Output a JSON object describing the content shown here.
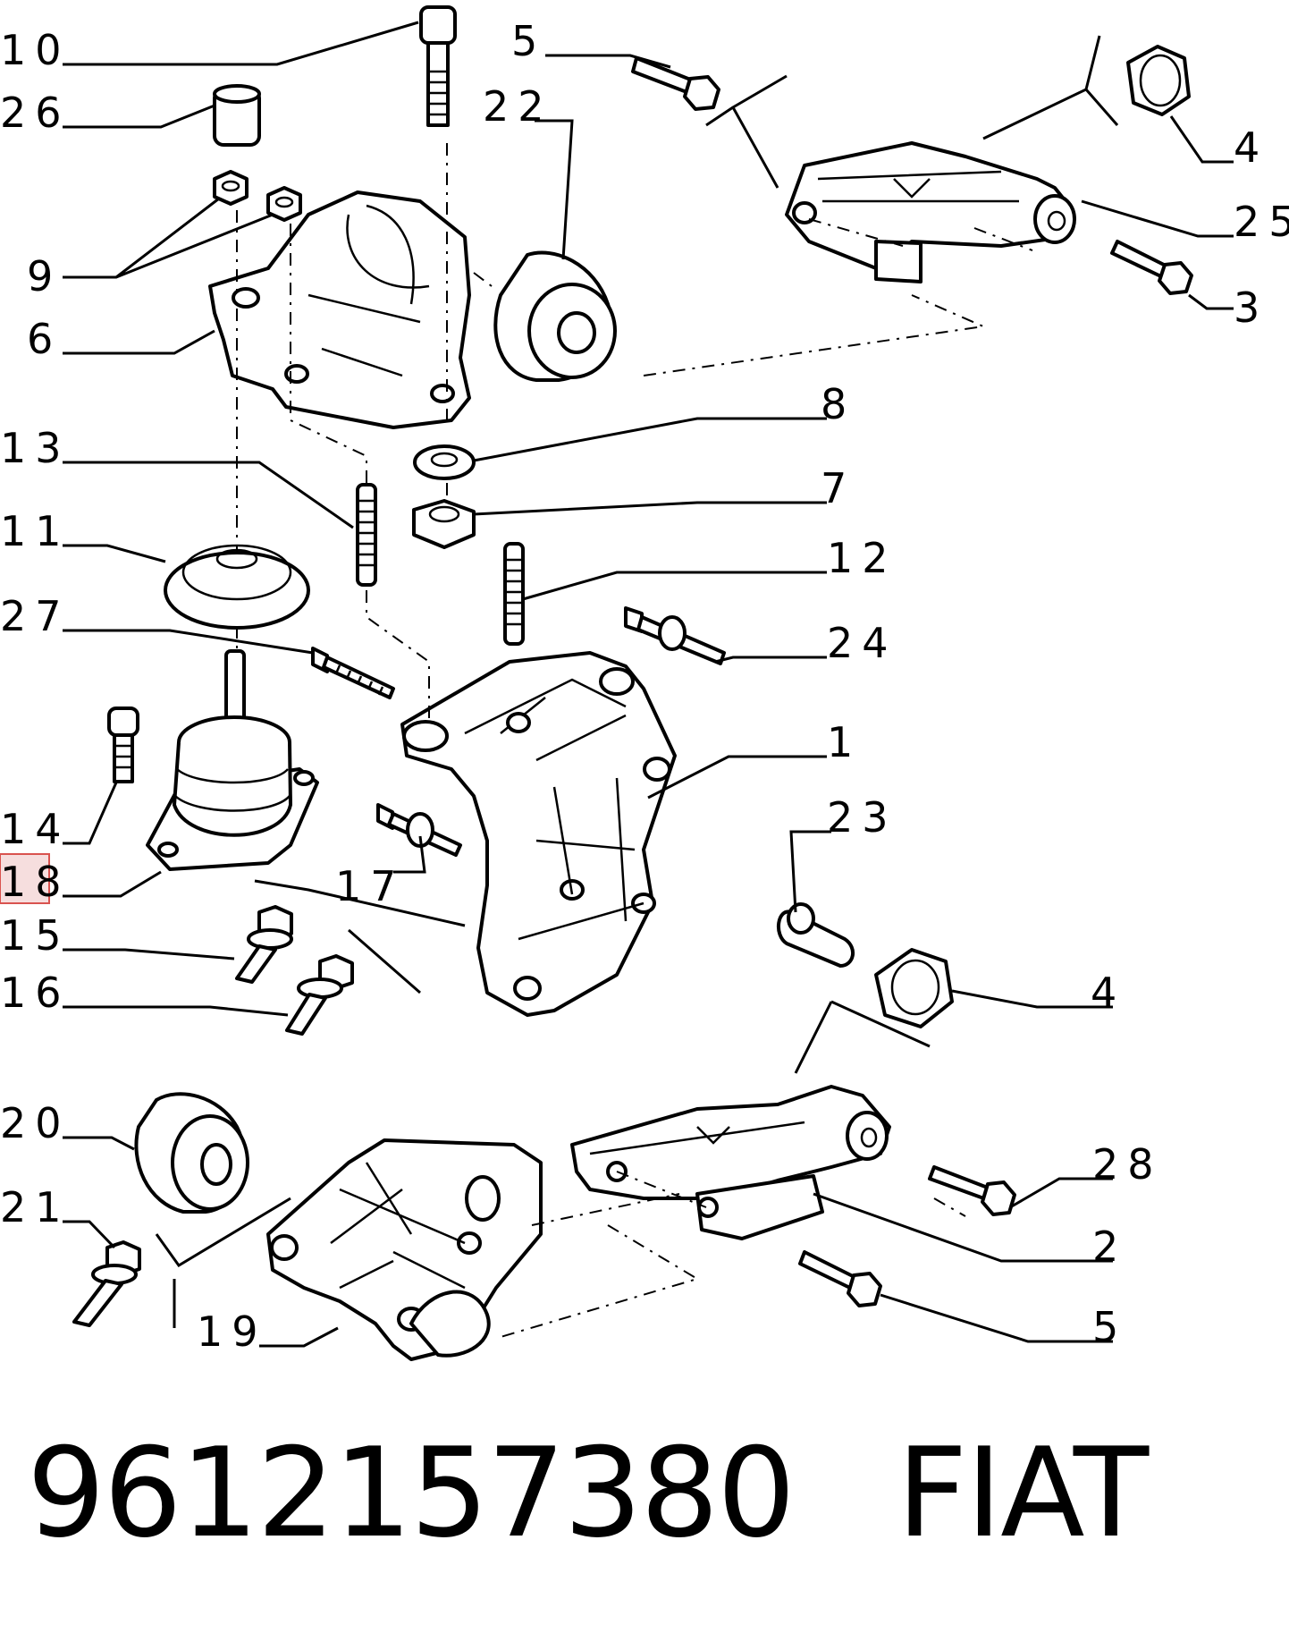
{
  "callouts": [
    "10",
    "26",
    "9",
    "6",
    "13",
    "11",
    "27",
    "14",
    "18",
    "15",
    "16",
    "20",
    "21",
    "19",
    "5",
    "22",
    "8",
    "7",
    "12",
    "24",
    "1",
    "17",
    "23",
    "4",
    "25",
    "3",
    "28",
    "2"
  ],
  "footer": {
    "part_number": "9612157380",
    "brand": "FIAT"
  },
  "highlighted_callout": "18",
  "colors": {
    "ink": "#000000",
    "background": "#ffffff",
    "highlight_fill": "#f6dede",
    "highlight_stroke": "#d9534f"
  }
}
